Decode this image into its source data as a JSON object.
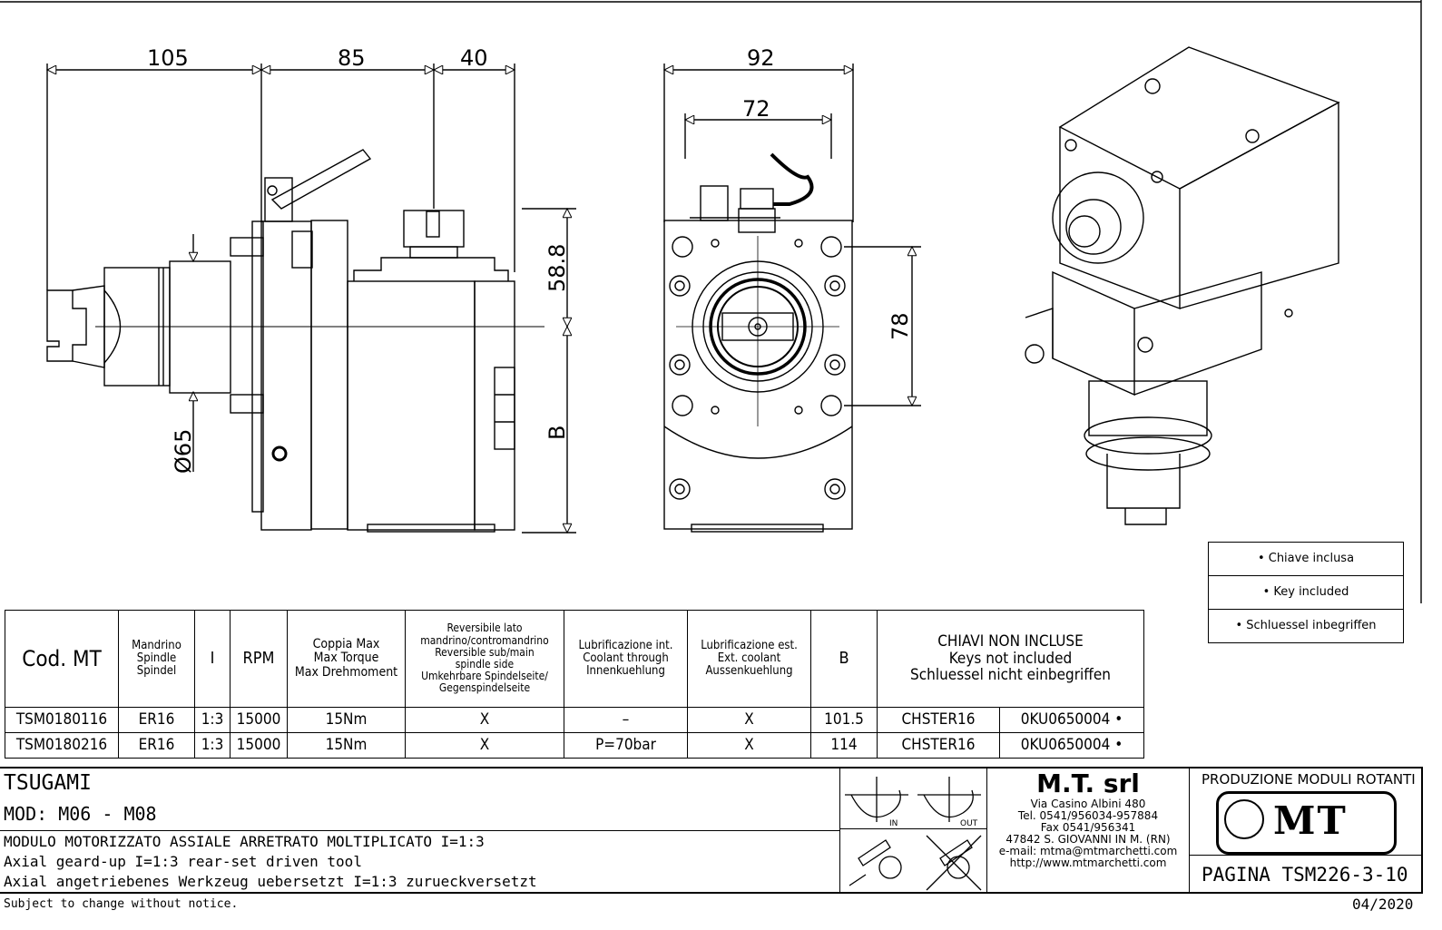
{
  "dimensions": {
    "d105": "105",
    "d85": "85",
    "d40": "40",
    "d92": "92",
    "d72": "72",
    "d58_8": "58.8",
    "d78": "78",
    "dB": "B",
    "dphi65": "Ø65"
  },
  "key_box": [
    "• Chiave inclusa",
    "• Key included",
    "• Schluessel inbegriffen"
  ],
  "table": {
    "headers": {
      "cod": "Cod. MT",
      "spindle": [
        "Mandrino",
        "Spindle",
        "Spindel"
      ],
      "ratio": "I",
      "rpm": "RPM",
      "torque": [
        "Coppia Max",
        "Max Torque",
        "Max Drehmoment"
      ],
      "reversible": [
        "Reversibile lato",
        "mandrino/contromandrino",
        "Reversible sub/main",
        "spindle side",
        "Umkehrbare Spindelseite/",
        "Gegenspindelseite"
      ],
      "coolant_int": [
        "Lubrificazione int.",
        "Coolant through",
        "Innenkuehlung"
      ],
      "coolant_ext": [
        "Lubrificazione est.",
        "Ext. coolant",
        "Aussenkuehlung"
      ],
      "b": "B",
      "keys": [
        "CHIAVI NON INCLUSE",
        "Keys not included",
        "Schluessel nicht einbegriffen"
      ]
    },
    "rows": [
      {
        "cod": "TSM0180116",
        "spindle": "ER16",
        "ratio": "1:3",
        "rpm": "15000",
        "torque": "15Nm",
        "reversible": "X",
        "coolant_int": "–",
        "coolant_ext": "X",
        "b": "101.5",
        "key1": "CHSTER16",
        "key2": "0KU0650004 •"
      },
      {
        "cod": "TSM0180216",
        "spindle": "ER16",
        "ratio": "1:3",
        "rpm": "15000",
        "torque": "15Nm",
        "reversible": "X",
        "coolant_int": "P=70bar",
        "coolant_ext": "X",
        "b": "114",
        "key1": "CHSTER16",
        "key2": "0KU0650004 •"
      }
    ]
  },
  "title_block": {
    "machine": "TSUGAMI",
    "model": "MOD: M06 - M08",
    "desc_it": "MODULO MOTORIZZATO ASSIALE ARRETRATO MOLTIPLICATO I=1:3",
    "desc_en": "Axial geard-up I=1:3 rear-set driven tool",
    "desc_de": "Axial angetriebenes Werkzeug uebersetzt I=1:3 zurueckversetzt",
    "rot_in": "IN",
    "rot_out": "OUT",
    "company": {
      "name": "M.T. srl",
      "address": "Via Casino Albini 480",
      "tel": "Tel. 0541/956034-957884",
      "fax": "Fax 0541/956341",
      "city": "47842 S. GIOVANNI IN M. (RN)",
      "email": "e-mail: mtma@mtmarchetti.com",
      "web": "http://www.mtmarchetti.com"
    },
    "section_label": "PRODUZIONE MODULI ROTANTI",
    "logo_text": "MT",
    "page": "PAGINA TSM226-3-10",
    "notice": "Subject to change without notice.",
    "date": "04/2020"
  }
}
